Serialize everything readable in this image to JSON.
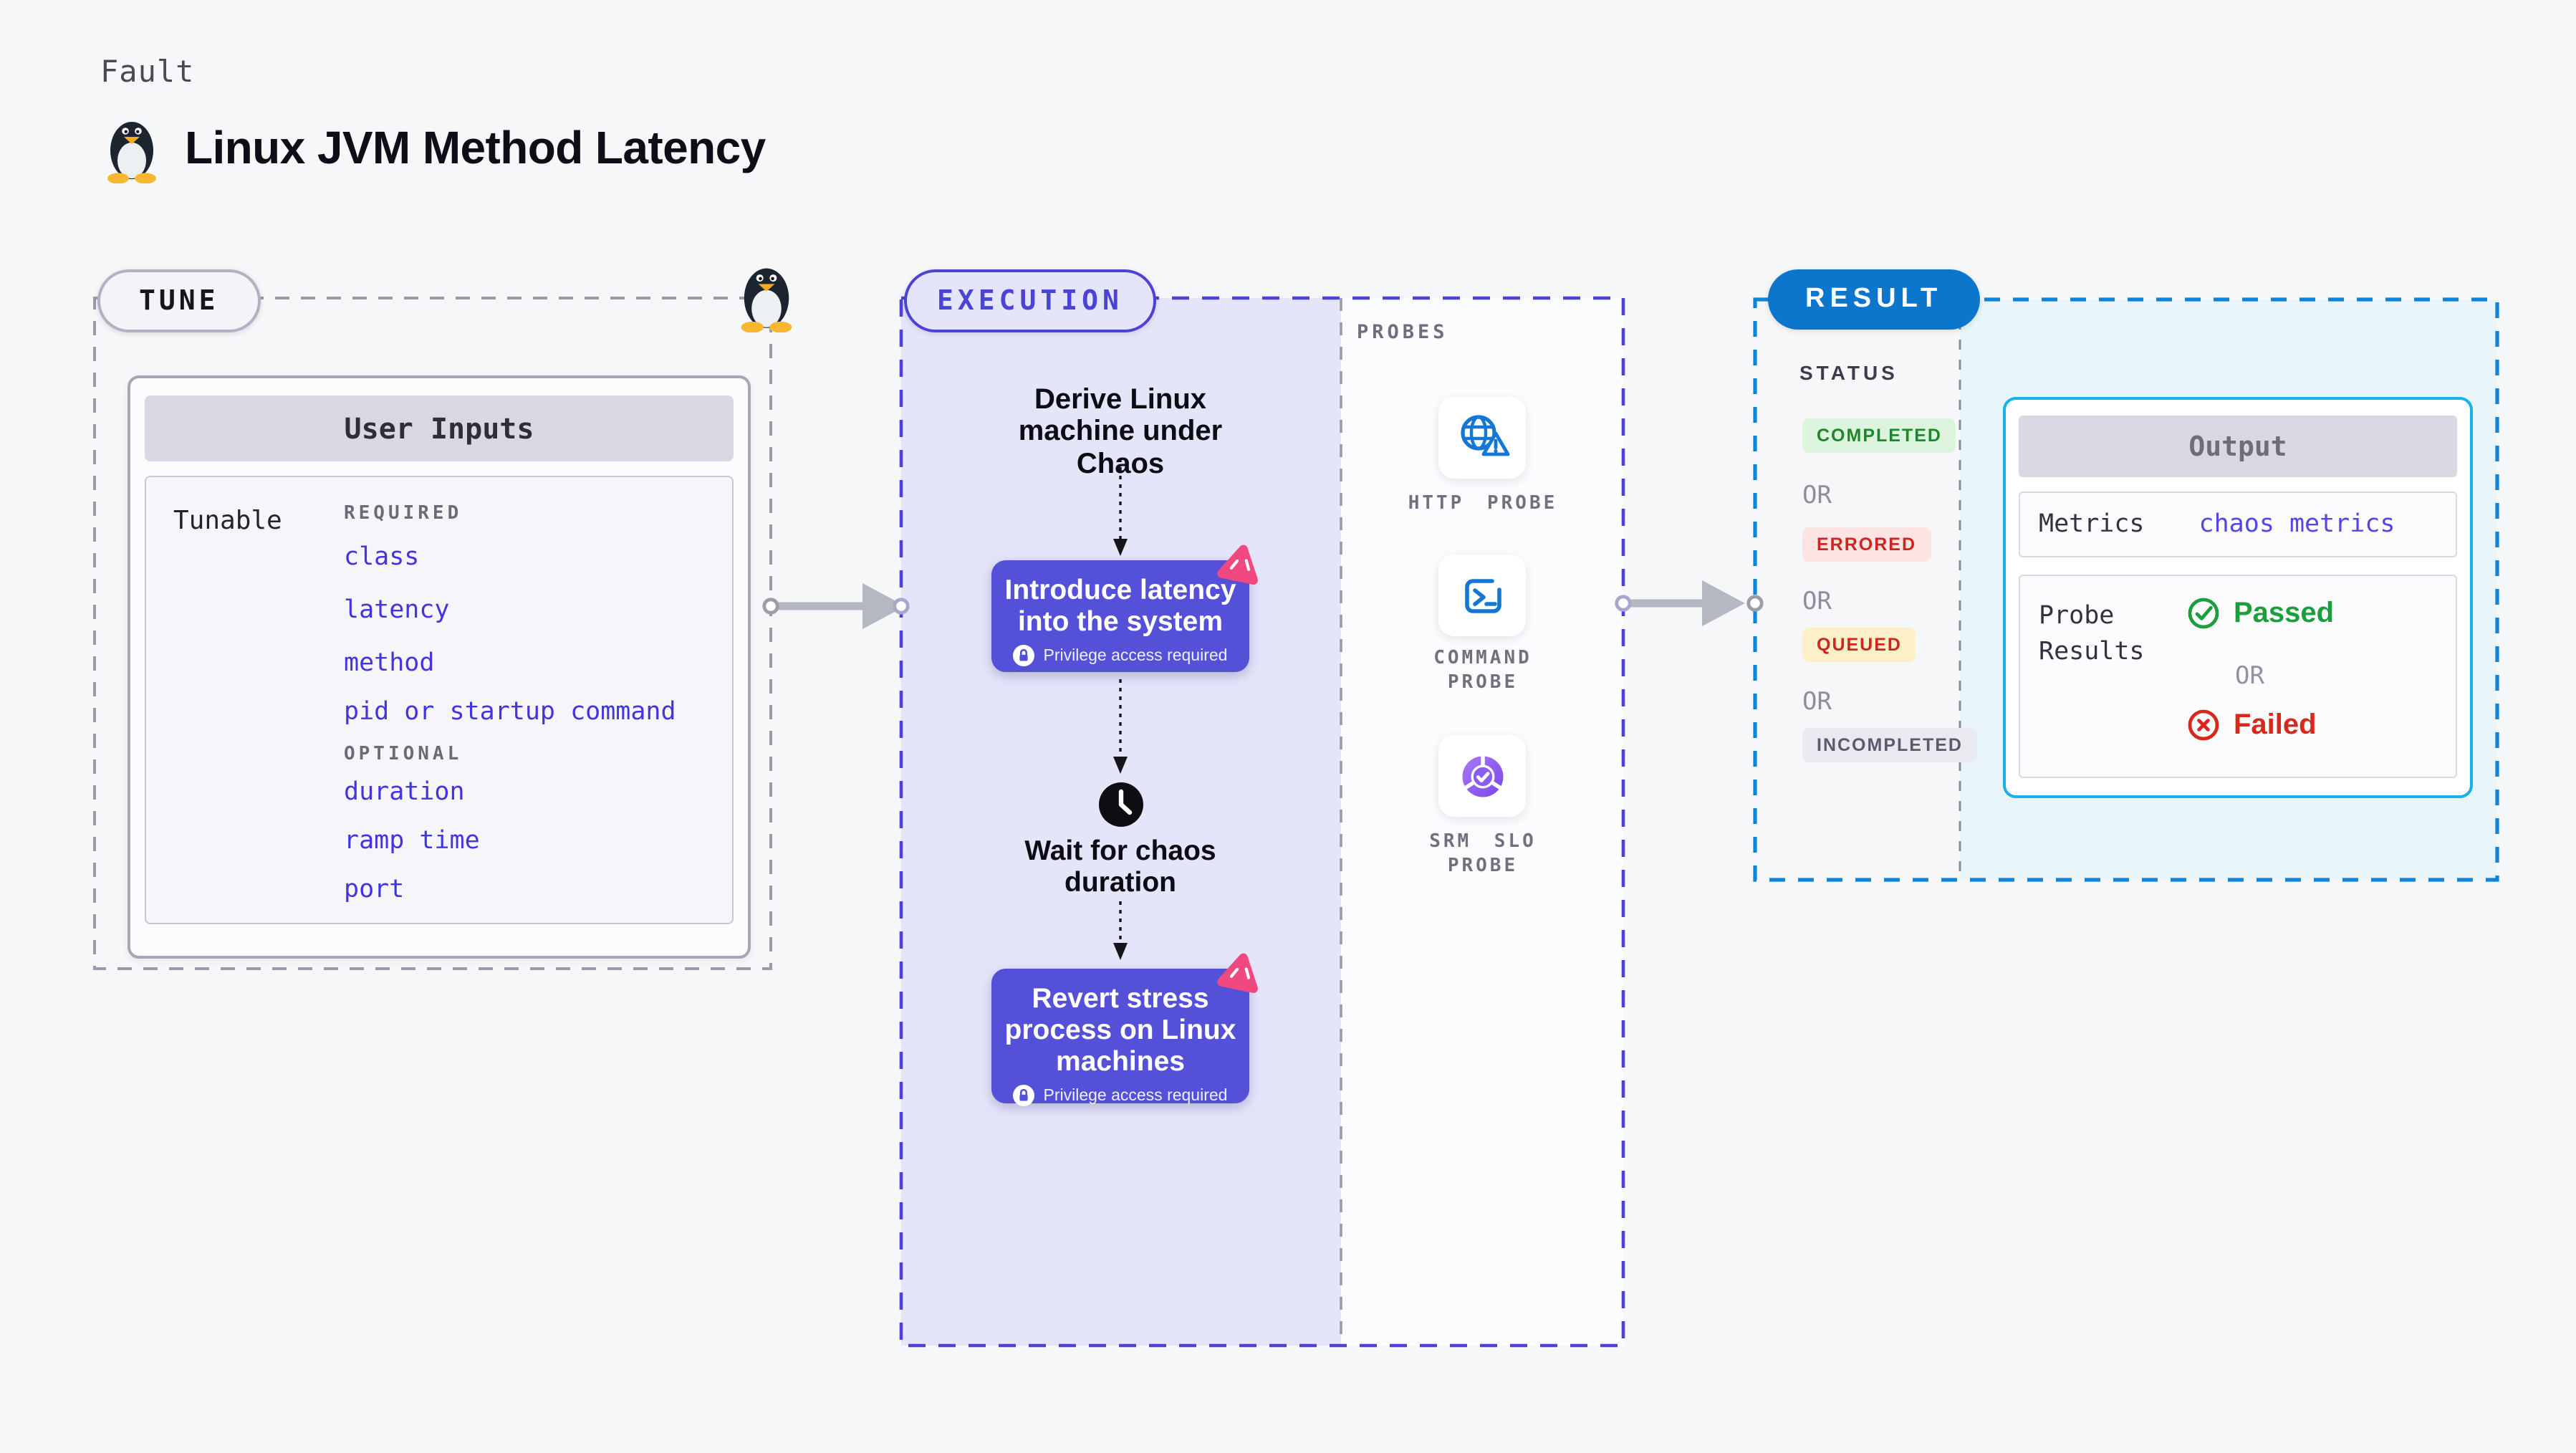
{
  "header": {
    "kicker": "Fault",
    "title": "Linux JVM Method Latency"
  },
  "tune": {
    "label": "TUNE",
    "table_title": "User Inputs",
    "row_label": "Tunable",
    "required_label": "REQUIRED",
    "required_items": [
      "class",
      "latency",
      "method",
      "pid or startup command"
    ],
    "optional_label": "OPTIONAL",
    "optional_items": [
      "duration",
      "ramp time",
      "port"
    ]
  },
  "execution": {
    "label": "EXECUTION",
    "derive_text": "Derive Linux machine under Chaos",
    "introduce": {
      "title": "Introduce latency into the system",
      "badge": "Privilege access required"
    },
    "wait_text": "Wait for chaos duration",
    "revert": {
      "title": "Revert stress process on Linux machines",
      "badge": "Privilege access required"
    }
  },
  "probes": {
    "label": "PROBES",
    "items": [
      {
        "label": "HTTP PROBE",
        "icon": "globe-alert-icon"
      },
      {
        "label": "COMMAND PROBE",
        "icon": "terminal-icon"
      },
      {
        "label": "SRM SLO PROBE",
        "icon": "slo-donut-icon"
      }
    ]
  },
  "result": {
    "label": "RESULT",
    "status_label": "STATUS",
    "or_label": "OR",
    "statuses": [
      {
        "label": "COMPLETED",
        "fg": "#1c872b",
        "bg": "#dcf3dd"
      },
      {
        "label": "ERRORED",
        "fg": "#cc2620",
        "bg": "#fbe4e2"
      },
      {
        "label": "QUEUED",
        "fg": "#cc2620",
        "bg": "#fdf0c8"
      },
      {
        "label": "INCOMPLETED",
        "fg": "#5b5b6d",
        "bg": "#e9e9f0"
      }
    ],
    "output": {
      "title": "Output",
      "metrics_label": "Metrics",
      "metrics_value": "chaos metrics",
      "probe_label": "Probe Results",
      "passed_label": "Passed",
      "or_label": "OR",
      "failed_label": "Failed"
    }
  },
  "colors": {
    "page_bg": "#f6f7f9",
    "accent_indigo": "#4b43d6",
    "node_indigo": "#5450d8",
    "exec_panel": "#e5e5fa",
    "accent_blue": "#0b76cc",
    "result_panel": "#e8f5fb",
    "output_border": "#16b2e8",
    "probe_icon_blue": "#1478d2",
    "slo_purple": "#8a5cf0",
    "pink_logo": "#f0497f",
    "passed_green": "#1d9e3c",
    "failed_red": "#d8281c"
  }
}
